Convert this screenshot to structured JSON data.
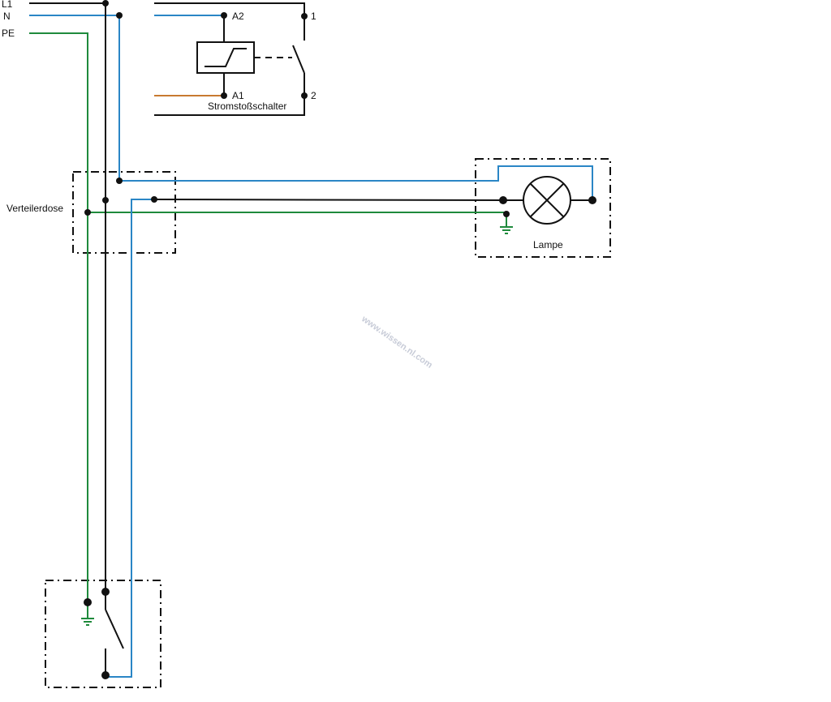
{
  "labels": {
    "l1": "L1",
    "n": "N",
    "pe": "PE",
    "a2": "A2",
    "a1": "A1",
    "t1": "1",
    "t2": "2",
    "relay": "Stromstoßschalter",
    "junction": "Verteilerdose",
    "lamp": "Lampe",
    "watermark": "www.wissen.nl.com"
  },
  "colors": {
    "phase": "#111111",
    "neutral": "#2a86c6",
    "earth": "#1f8a3c",
    "control": "#c87a30",
    "box": "#111111"
  }
}
